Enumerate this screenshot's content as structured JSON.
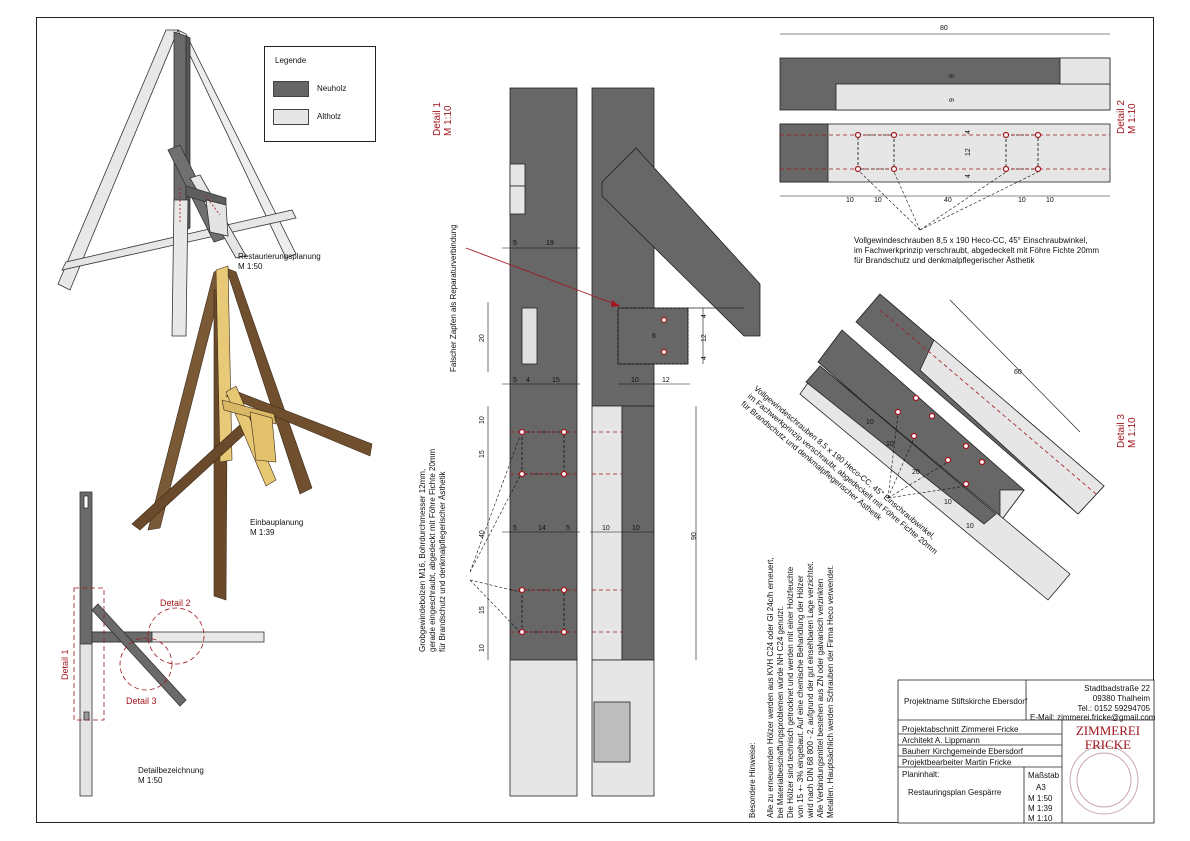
{
  "legend": {
    "title": "Legende",
    "items": [
      {
        "label": "Neuholz",
        "color": "#666666"
      },
      {
        "label": "Altholz",
        "color": "#e6e6e6"
      }
    ]
  },
  "views": {
    "restaurierung": {
      "title": "Restaurierungsplanung",
      "scale": "M 1:50"
    },
    "einbau": {
      "title": "Einbauplanung",
      "scale": "M 1:39"
    },
    "detailbez": {
      "title": "Detailbezeichnung",
      "scale": "M 1:50"
    }
  },
  "detail_labels": {
    "d1": "Detail 1",
    "d2": "Detail 2",
    "d3": "Detail 3"
  },
  "details": {
    "d1": {
      "title": "Detail 1",
      "scale": "M 1:10"
    },
    "d2": {
      "title": "Detail 2",
      "scale": "M 1:10"
    },
    "d3": {
      "title": "Detail 3",
      "scale": "M 1:10"
    }
  },
  "annotations": {
    "zapfen": "Falscher Zapfen als Reparaturverbindung",
    "grobgewinde": [
      "Grobgewindebolzen M16, Bohrdurchmesser 12mm,",
      "gerade eingeschraubt, abgedeckt mit Föhre Fichte 20mm",
      "für Brandschutz und denkmalpflegerischer Ästhetik"
    ],
    "vollgewinde": [
      "Vollgewindeschrauben 8,5 x 190 Heco-CC, 45° Einschraubwinkel,",
      "im Fachwerkprinzip verschraubt, abgedeckelt mit Föhre Fichte 20mm",
      "für Brandschutz und denkmalpflegerischer Ästhetik"
    ],
    "vollgewinde3": [
      "Vollgewindeschrauben 8,5 x 190 Heco-CC, 45° Einschraubwinkel,",
      "im Fachwerkprinzip verschraubt, abgedeckelt mit Föhre Fichte 20mm",
      "für Brandschutz und denkmalpflegerischer Ästhetik"
    ],
    "hinweise": [
      "Besondere Hinweise:",
      "Alle zu erneuernden Hölzer werden aus KVH C24 oder Gl 24c/h erneuert,",
      "bei Materialbeschaffungsproblemen würde NH C24 genutzt.",
      "Die Hölzer sind technisch getrocknet und werden mit einer Holzfeuchte",
      "von 15 +- 3% eingebaut. Auf eine chemische Behandlung der Hölzer",
      "wird nach DIN 68 800 - 2, aufgrund der gut einsehbaren Lage verzichtet.",
      "Alle Verbindungsmittel bestehen aus ZN  oder galvanisch verzinkten",
      "Metallen. Hauptsächlich werden Schrauben der Firma Heco verwendet."
    ]
  },
  "dims": {
    "d1": [
      "5",
      "19",
      "20",
      "6",
      "4",
      "12",
      "4",
      "5",
      "4",
      "15",
      "10",
      "12",
      "10",
      "15",
      "40",
      "15",
      "10",
      "5",
      "14",
      "5",
      "10",
      "10",
      "90"
    ],
    "d2": [
      "80",
      "9",
      "9",
      "4",
      "12",
      "4",
      "10",
      "10",
      "40",
      "10",
      "10"
    ],
    "d3": [
      "60",
      "10",
      "10",
      "20",
      "10",
      "10"
    ]
  },
  "titleblock": {
    "projektname_label": "Projektname",
    "projektname": "Stiftskirche Ebersdorf",
    "address": [
      "Stadtbadstraße 22",
      "09380 Thalheim",
      "Tel.: 0152 59294705",
      "E-Mail: zimmerei.fricke@gmail.com"
    ],
    "abschnitt_label": "Projektabschnitt",
    "abschnitt": "Zimmerei Fricke",
    "architekt_label": "Architekt",
    "architekt": "A. Lippmann",
    "bauherr_label": "Bauherr",
    "bauherr": "Kirchgemeinde Ebersdorf",
    "bearbeiter_label": "Projektbearbeiter",
    "bearbeiter": "Martin Fricke",
    "planinhalt_label": "Planinhalt:",
    "planinhalt": "Restauringsplan Gespärre",
    "massstab_label": "Maßstab",
    "format": "A3",
    "scales": [
      "M 1:50",
      "M 1:39",
      "M 1:10"
    ],
    "logo": "ZIMMEREI FRICKE"
  },
  "colors": {
    "neuholz": "#666666",
    "altholz": "#e6e6e6",
    "accent": "#a1161d",
    "wood": "#6b4a2b",
    "newwood": "#e6c773"
  }
}
